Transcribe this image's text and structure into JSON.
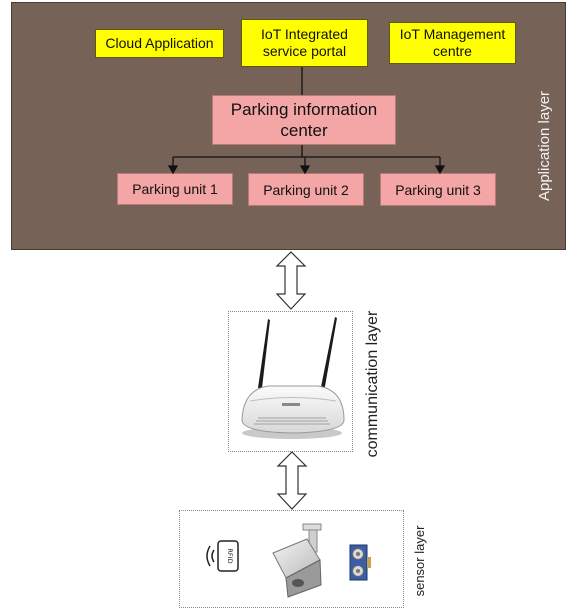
{
  "application_layer": {
    "label": "Application layer",
    "background": "#776257",
    "top_boxes": [
      {
        "label": "Cloud Application"
      },
      {
        "label": "IoT Integrated service portal"
      },
      {
        "label": "IoT Management centre"
      }
    ],
    "center": {
      "label": "Parking information center"
    },
    "units": [
      {
        "label": "Parking unit 1"
      },
      {
        "label": "Parking unit 2"
      },
      {
        "label": "Parking unit 3"
      }
    ],
    "colors": {
      "top_box": "#ffff00",
      "parking_box": "#f4a5a5"
    }
  },
  "communication_layer": {
    "label": "communication layer",
    "device_icon": "wifi-router-icon"
  },
  "sensor_layer": {
    "label": "sensor layer",
    "devices": [
      {
        "icon": "rfid-card-icon",
        "text": "RFID"
      },
      {
        "icon": "cctv-camera-icon"
      },
      {
        "icon": "ultrasonic-sensor-icon"
      }
    ]
  }
}
